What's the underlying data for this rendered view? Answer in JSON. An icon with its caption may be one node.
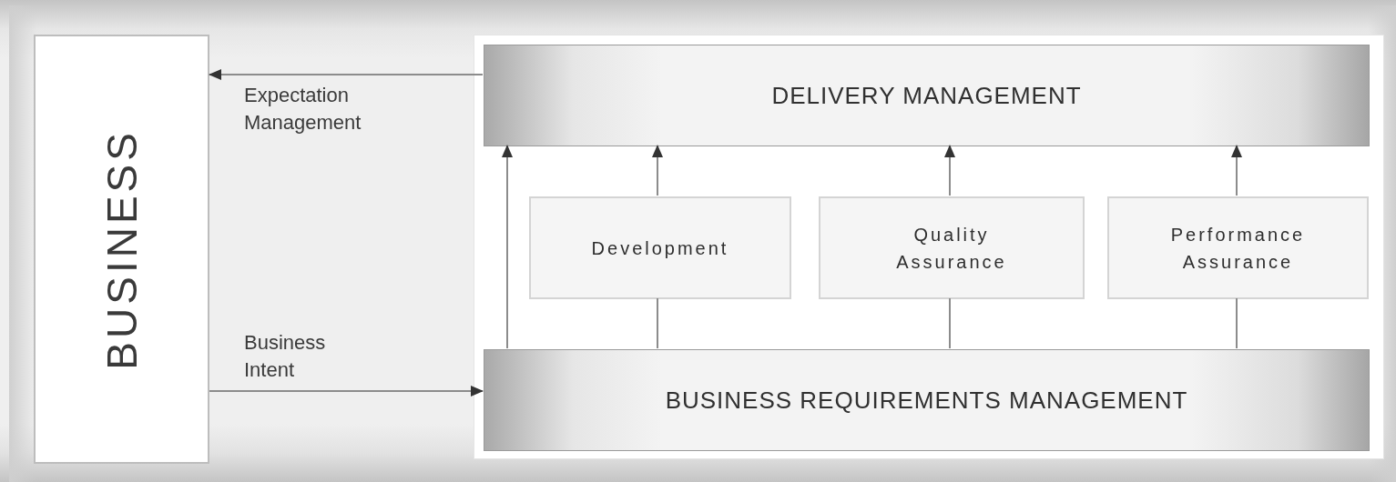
{
  "diagram": {
    "nodes": [
      {
        "text": [
          "BUSINESS"
        ]
      },
      {
        "text": [],
        "shape": "box"
      },
      {
        "text": [
          "DELIVERY MANAGEMENT"
        ],
        "in": 1
      },
      {
        "text": [
          "Development"
        ],
        "in": 1
      },
      {
        "text": [
          "Quality Assurance"
        ],
        "in": 1
      },
      {
        "text": [
          "Performance Assurance"
        ],
        "in": 1
      },
      {
        "text": [
          "BUSINESS REQUIREMENTS MANAGEMENT"
        ],
        "in": 1
      }
    ],
    "edges": [
      {
        "from": 2,
        "to": 0,
        "arrow": "to",
        "label": "Expectation Management"
      },
      {
        "from": 0,
        "to": 6,
        "arrow": "to",
        "label": "Business Intent"
      },
      {
        "from": 6,
        "to": 2,
        "arrow": "to"
      },
      {
        "from": 6,
        "to": 3,
        "arrow": "none"
      },
      {
        "from": 3,
        "to": 2,
        "arrow": "to"
      },
      {
        "from": 6,
        "to": 4,
        "arrow": "none"
      },
      {
        "from": 4,
        "to": 2,
        "arrow": "to"
      },
      {
        "from": 6,
        "to": 5,
        "arrow": "none"
      },
      {
        "from": 5,
        "to": 2,
        "arrow": "to"
      }
    ]
  }
}
